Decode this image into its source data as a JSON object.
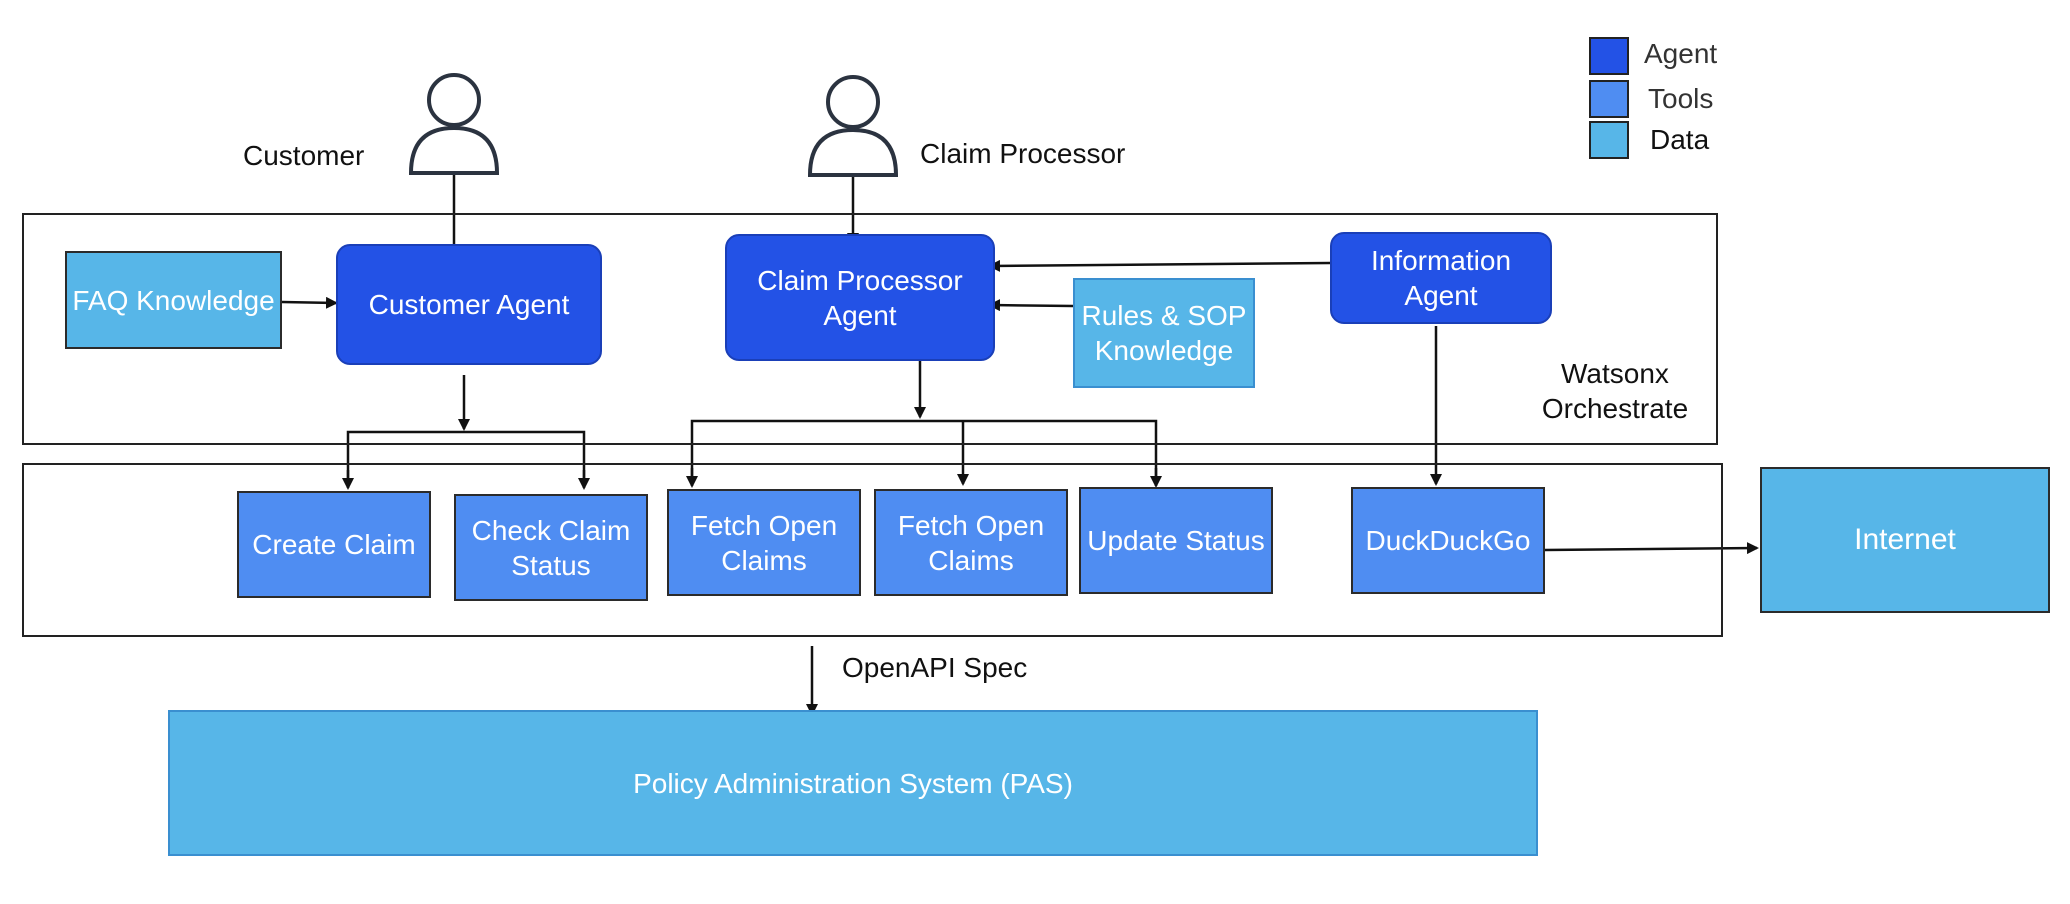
{
  "legend": {
    "items": [
      {
        "label": "Agent",
        "color": "#2352E6"
      },
      {
        "label": "Tools",
        "color": "#4F8DF2"
      },
      {
        "label": "Data",
        "color": "#57B6E8"
      }
    ]
  },
  "actors": {
    "customer": "Customer",
    "claim_processor": "Claim Processor"
  },
  "orchestrate": {
    "label": "Watsonx\nOrchestrate"
  },
  "agents": {
    "customer_agent": "Customer Agent",
    "claim_processor_agent": "Claim Processor\nAgent",
    "information_agent": "Information\nAgent"
  },
  "data": {
    "faq_knowledge": "FAQ Knowledge",
    "rules_sop_knowledge": "Rules & SOP\nKnowledge",
    "internet": "Internet",
    "pas": "Policy Administration System (PAS)"
  },
  "tools": {
    "create_claim": "Create Claim",
    "check_claim_status": "Check Claim\nStatus",
    "fetch_open_claims_1": "Fetch Open\nClaims",
    "fetch_open_claims_2": "Fetch Open\nClaims",
    "update_status": "Update Status",
    "duckduckgo": "DuckDuckGo"
  },
  "connections": {
    "openapi_label": "OpenAPI Spec"
  }
}
